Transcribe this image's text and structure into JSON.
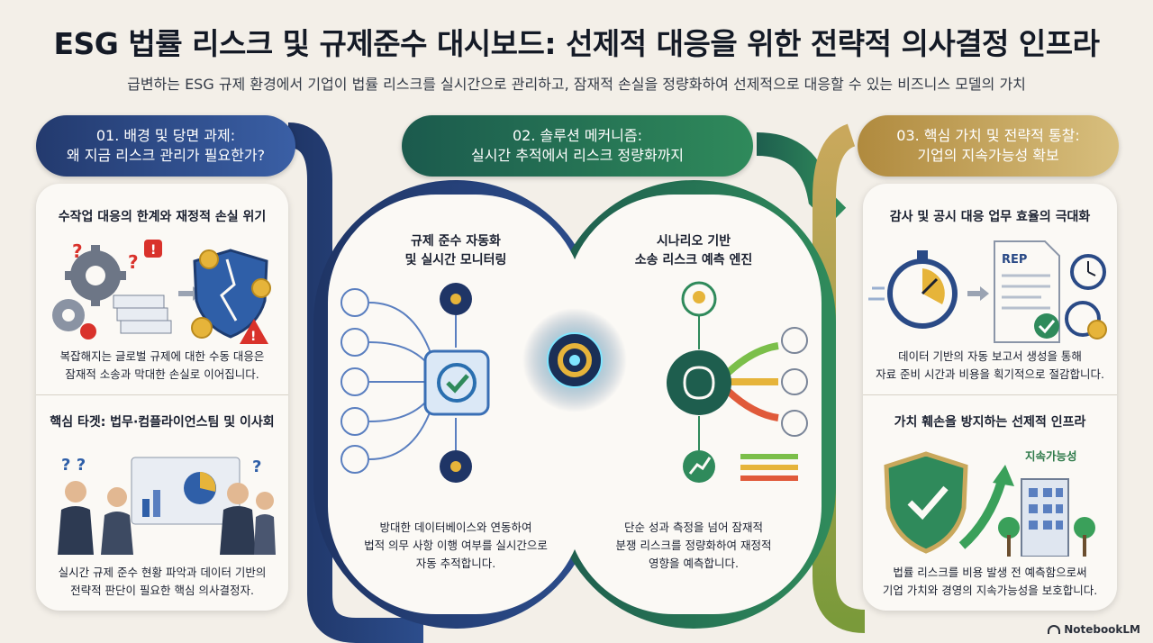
{
  "title": "ESG 법률 리스크 및 규제준수 대시보드: 선제적 대응을 위한 전략적 의사결정 인프라",
  "subtitle": "급변하는 ESG 규제 환경에서 기업이 법률 리스크를 실시간으로 관리하고, 잠재적 손실을 정량화하여 선제적으로 대응할 수 있는 비즈니스 모델의 가치",
  "sections": [
    {
      "line1": "01. 배경 및 당면 과제:",
      "line2": "왜 지금 리스크 관리가 필요한가?"
    },
    {
      "line1": "02. 솔루션 메커니즘:",
      "line2": "실시간 추적에서 리스크 정량화까지"
    },
    {
      "line1": "03. 핵심 가치 및 전략적 통찰:",
      "line2": "기업의 지속가능성 확보"
    }
  ],
  "left_cards": [
    {
      "heading": "수작업 대응의 한계와 재정적 손실 위기",
      "body1": "복잡해지는 글로벌 규제에 대한 수동 대응은",
      "body2": "잠재적 소송과 막대한 손실로 이어집니다."
    },
    {
      "heading": "핵심 타겟: 법무·컴플라이언스팀 및 이사회",
      "body1": "실시간 규제 준수 현황 파악과 데이터 기반의",
      "body2": "전략적 판단이 필요한 핵심 의사결정자."
    }
  ],
  "mid_ovals": [
    {
      "heading1": "규제 준수 자동화",
      "heading2": "및 실시간 모니터링",
      "body1": "방대한 데이터베이스와 연동하여",
      "body2": "법적 의무 사항 이행 여부를 실시간으로",
      "body3": "자동 추적합니다."
    },
    {
      "heading1": "시나리오 기반",
      "heading2": "소송 리스크 예측 엔진",
      "body1": "단순 성과 측정을 넘어 잠재적",
      "body2": "분쟁 리스크를 정량화하여 재정적",
      "body3": "영향을 예측합니다."
    }
  ],
  "right_cards": [
    {
      "heading": "감사 및 공시 대응 업무 효율의 극대화",
      "body1": "데이터 기반의 자동 보고서 생성을 통해",
      "body2": "자료 준비 시간과 비용을 획기적으로 절감합니다."
    },
    {
      "heading": "가치 훼손을 방지하는 선제적 인프라",
      "body1": "법률 리스크를 비용 발생 전 예측함으로써",
      "body2": "기업 가치와 경영의 지속가능성을 보호합니다."
    }
  ],
  "report_label": "REP",
  "sustain_label": "지속가능성",
  "brand": "NotebookLM",
  "colors": {
    "navy": "#233a6e",
    "green": "#2f8a5b",
    "gold": "#c9a85c",
    "red": "#d9322b"
  },
  "icons": [
    "gears-icon",
    "shield-broken-icon",
    "coin-icon",
    "warning-icon",
    "people-icon",
    "database-icon",
    "bank-icon",
    "document-icon",
    "scales-icon",
    "check-screen-icon",
    "gear-hub-icon",
    "lightbulb-icon",
    "brain-icon",
    "gauge-icon",
    "chart-up-icon",
    "stopwatch-icon",
    "report-icon",
    "clock-icon",
    "shield-check-icon",
    "building-icon",
    "tree-icon"
  ]
}
